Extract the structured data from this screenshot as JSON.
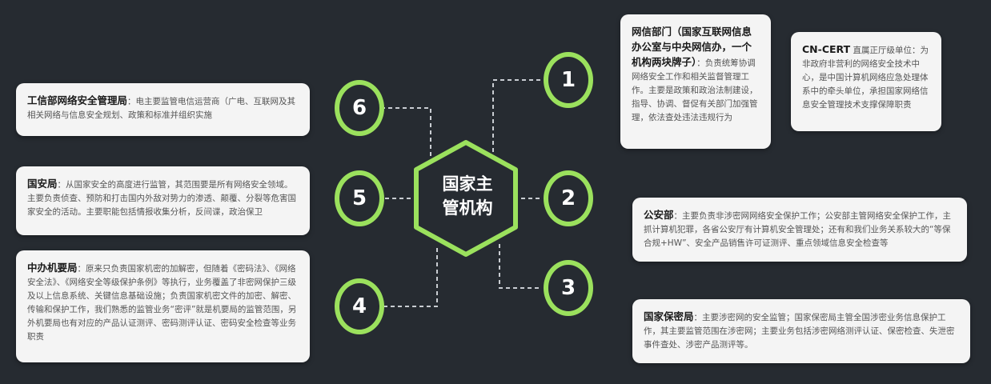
{
  "center": {
    "label_line1": "国家主",
    "label_line2": "管机构"
  },
  "colors": {
    "accent": "#9be15d",
    "background": "#262b31",
    "card": "#f4f4f4"
  },
  "nodes": [
    "1",
    "2",
    "3",
    "4",
    "5",
    "6"
  ],
  "cards": {
    "c1": {
      "title": "网信部门（国家互联网信息办公室与中央网信办，一个机构两块牌子）",
      "desc": "负责统筹协调网络安全工作和相关监督管理工作。主要是政策和政治法制建设，指导、协调、督促有关部门加强管理，依法查处违法违规行为"
    },
    "cncert": {
      "title": "CN-CERT",
      "desc": "直属正厅级单位：为非政府非营利的网络安全技术中心，是中国计算机网络应急处理体系中的牵头单位，承担国家网络信息安全管理技术支撑保障职责"
    },
    "c2": {
      "title": "公安部",
      "desc": "主要负责非涉密网网络安全保护工作；公安部主管网络安全保护工作，主抓计算机犯罪，各省公安厅有计算机安全管理处；还有和我们业务关系较大的“等保合规+HW”、安全产品销售许可证测评、重点领域信息安全检查等"
    },
    "c3": {
      "title": "国家保密局",
      "desc": "主要涉密网的安全监管；国家保密局主管全国涉密业务信息保护工作，其主要监管范围在涉密网；主要业务包括涉密网络测评认证、保密检查、失泄密事件查处、涉密产品测评等。"
    },
    "c4": {
      "title": "中办机要局",
      "desc": "原来只负责国家机密的加解密，但随着《密码法》、《网络安全法》、《网络安全等级保护条例》等执行，业务覆盖了非密网保护三级及以上信息系统、关键信息基础设施；负责国家机密文件的加密、解密、传输和保护工作，我们熟悉的监管业务“密评”就是机要局的监管范围，另外机要局也有对应的产品认证测评、密码测评认证、密码安全检查等业务职责"
    },
    "c5": {
      "title": "国安局",
      "desc": "从国家安全的高度进行监管，其范围要是所有网络安全领域。主要负责侦查、预防和打击国内外敌对势力的渗透、颠覆、分裂等危害国家安全的活动。主要职能包括情报收集分析，反间谍，政治保卫"
    },
    "c6": {
      "title": "工信部网络安全管理局",
      "desc": "电主要监管电信运营商（广电、互联网及其相关网络与信息安全规划、政策和标准并组织实施"
    }
  }
}
